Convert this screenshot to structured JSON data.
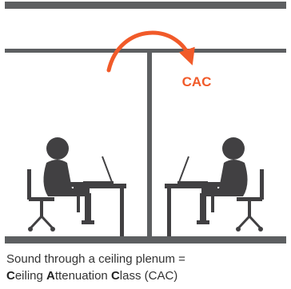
{
  "diagram": {
    "arrow_label": "CAC",
    "colors": {
      "accent": "#F15A29",
      "structure": "#5D5F61",
      "person": "#414042"
    }
  },
  "caption": {
    "line1": "Sound through a ceiling plenum =",
    "line2": {
      "w1_initial": "C",
      "w1_rest": "eiling ",
      "w2_initial": "A",
      "w2_rest": "ttenuation ",
      "w3_initial": "C",
      "w3_rest": "lass (CAC)"
    }
  }
}
